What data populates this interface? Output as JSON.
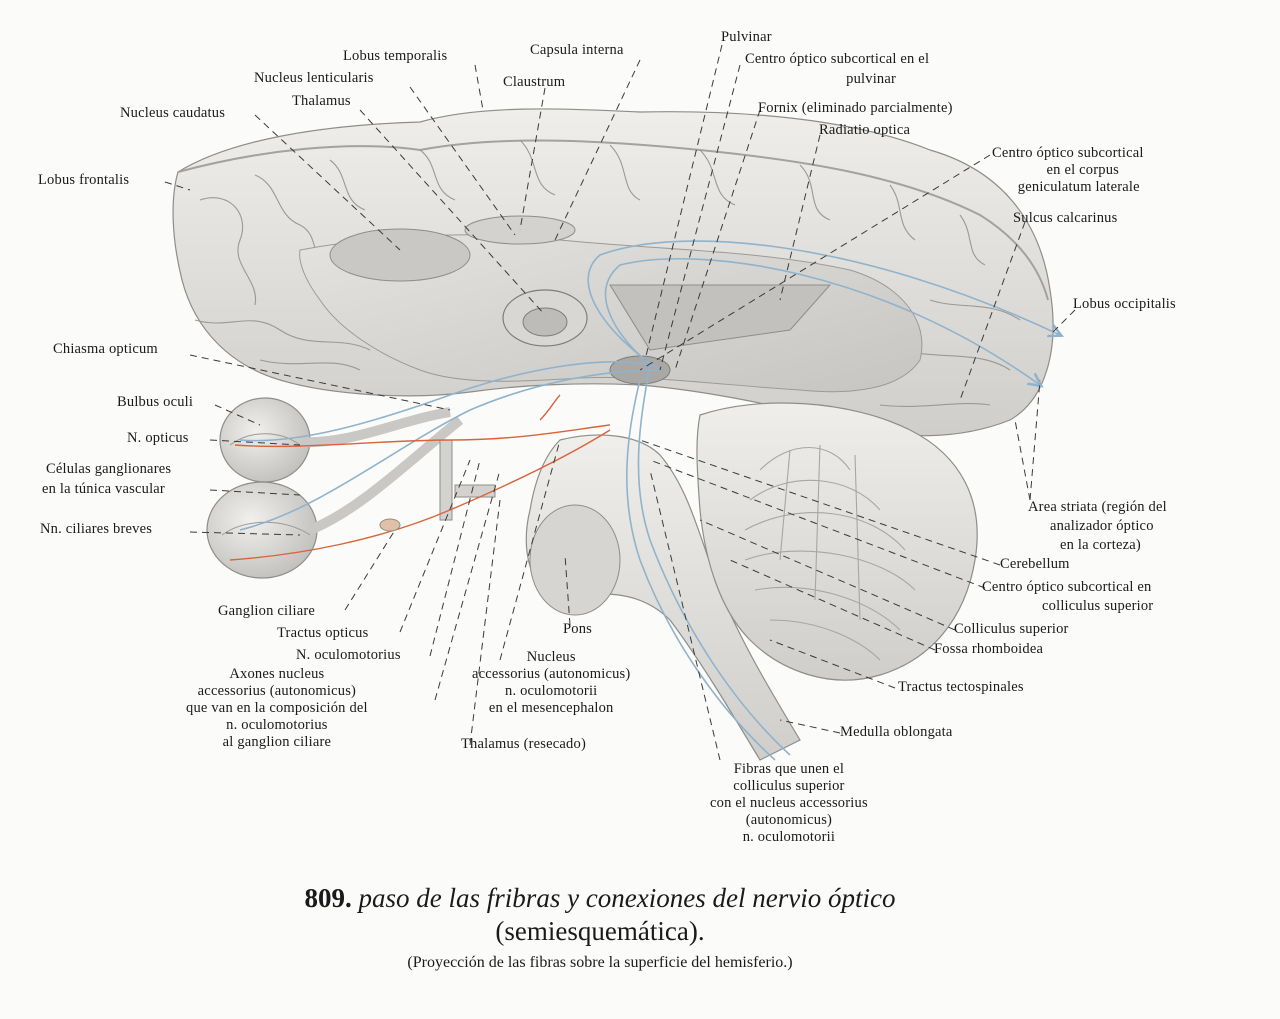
{
  "caption": {
    "number": "809.",
    "title": "paso de las fribras y conexiones del nervio óptico",
    "subtitle": "(semiesquemática).",
    "note": "(Proyección de las fibras sobre la superficie del hemisferio.)"
  },
  "labels": {
    "lobus_temporalis": "Lobus temporalis",
    "capsula_interna": "Capsula interna",
    "pulvinar": "Pulvinar",
    "centro_pulvinar_1": "Centro óptico subcortical en el",
    "centro_pulvinar_2": "pulvinar",
    "nucleus_lenticularis": "Nucleus lenticularis",
    "claustrum": "Claustrum",
    "thalamus": "Thalamus",
    "fornix": "Fornix (eliminado parcialmente)",
    "nucleus_caudatus": "Nucleus caudatus",
    "radiatio_optica": "Radiatio optica",
    "centro_geniculatum_1": "Centro óptico subcortical",
    "centro_geniculatum_2": "en el corpus",
    "centro_geniculatum_3": "geniculatum laterale",
    "lobus_frontalis": "Lobus frontalis",
    "sulcus_calcarinus": "Sulcus calcarinus",
    "lobus_occipitalis": "Lobus occipitalis",
    "chiasma_opticum": "Chiasma opticum",
    "bulbus_oculi": "Bulbus oculi",
    "n_opticus": "N. opticus",
    "celulas_1": "Células ganglionares",
    "celulas_2": "en la túnica vascular",
    "nn_ciliares": "Nn. ciliares breves",
    "area_striata_1": "Area striata (región del",
    "area_striata_2": "analizador óptico",
    "area_striata_3": "en la corteza)",
    "cerebellum": "Cerebellum",
    "centro_colliculus_1": "Centro óptico subcortical en",
    "centro_colliculus_2": "colliculus superior",
    "ganglion_ciliare": "Ganglion ciliare",
    "tractus_opticus": "Tractus opticus",
    "pons": "Pons",
    "colliculus_superior": "Colliculus superior",
    "fossa_rhomboidea": "Fossa rhomboidea",
    "n_oculomotorius": "N. oculomotorius",
    "nucleus_acc_1": "Nucleus",
    "nucleus_acc_2": "accessorius (autonomicus)",
    "nucleus_acc_3": "n. oculomotorii",
    "nucleus_acc_4": "en el mesencephalon",
    "axones_1": "Axones nucleus",
    "axones_2": "accessorius (autonomicus)",
    "axones_3": "que van en la composición del",
    "axones_4": "n. oculomotorius",
    "axones_5": "al ganglion ciliare",
    "tractus_tectospinales": "Tractus tectospinales",
    "thalamus_resecado": "Thalamus (resecado)",
    "medulla_oblongata": "Medulla oblongata",
    "fibras_1": "Fibras que unen el",
    "fibras_2": "colliculus superior",
    "fibras_3": "con el nucleus accessorius",
    "fibras_4": "(autonomicus)",
    "fibras_5": "n. oculomotorii"
  },
  "colors": {
    "background": "#fbfbfa",
    "brain_tissue": "#dcdcd9",
    "brain_light": "#ecebe8",
    "brain_shadow": "#b9b8b4",
    "optic_pathway": "#8fb3cc",
    "autonomic_fibers": "#d9643a",
    "leader_lines": "#3a3a3a",
    "text": "#1a1a1a"
  }
}
